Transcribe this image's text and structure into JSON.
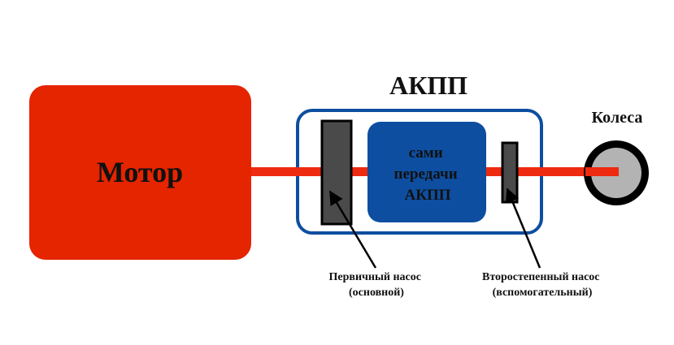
{
  "motor": {
    "label": "Мотор"
  },
  "transmission": {
    "title": "АКПП",
    "gearset_lines": [
      "сами",
      "передачи",
      "АКПП"
    ]
  },
  "wheels": {
    "label": "Колеса"
  },
  "primary_pump": {
    "lines": [
      "Первичный насос",
      "(основной)"
    ]
  },
  "secondary_pump": {
    "lines": [
      "Второстепенный насос",
      "(вспомогательный)"
    ]
  },
  "colors": {
    "motor": "#e52400",
    "shaft": "#ee2a10",
    "housing": "#0d4ea0",
    "gearset": "#0d4ea0",
    "pump": "#4a4a4a",
    "wheel_rim": "#000000",
    "wheel_hub": "#b3b3b3"
  }
}
